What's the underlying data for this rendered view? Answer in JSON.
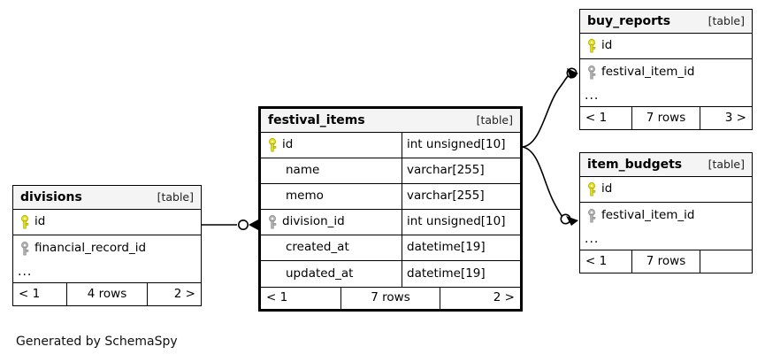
{
  "diagram": {
    "caption": "Generated by SchemaSpy",
    "table_tag": "[table]",
    "ellipsis": "...",
    "colors": {
      "primary_key": "#e8e008",
      "foreign_key": "#b0b0b0",
      "header_background": "#f4f4f4",
      "border": "#000000",
      "connector": "#000000",
      "canvas": "#ffffff"
    }
  },
  "tables": {
    "divisions": {
      "name": "divisions",
      "tag": "[table]",
      "columns": [
        {
          "name": "id",
          "type": "",
          "key": "primary-key"
        },
        {
          "name": "financial_record_id",
          "type": "",
          "key": "foreign-key"
        }
      ],
      "ellipsis": "...",
      "footer": {
        "prev": "< 1",
        "rows": "4 rows",
        "next": "2 >"
      }
    },
    "festival_items": {
      "name": "festival_items",
      "tag": "[table]",
      "columns": [
        {
          "name": "id",
          "type": "int unsigned[10]",
          "key": "primary-key"
        },
        {
          "name": "name",
          "type": "varchar[255]",
          "key": "none"
        },
        {
          "name": "memo",
          "type": "varchar[255]",
          "key": "none"
        },
        {
          "name": "division_id",
          "type": "int unsigned[10]",
          "key": "foreign-key"
        },
        {
          "name": "created_at",
          "type": "datetime[19]",
          "key": "none"
        },
        {
          "name": "updated_at",
          "type": "datetime[19]",
          "key": "none"
        }
      ],
      "footer": {
        "prev": "< 1",
        "rows": "7 rows",
        "next": "2 >"
      }
    },
    "buy_reports": {
      "name": "buy_reports",
      "tag": "[table]",
      "columns": [
        {
          "name": "id",
          "type": "",
          "key": "primary-key"
        },
        {
          "name": "festival_item_id",
          "type": "",
          "key": "foreign-key"
        }
      ],
      "ellipsis": "...",
      "footer": {
        "prev": "< 1",
        "rows": "7 rows",
        "next": "3 >"
      }
    },
    "item_budgets": {
      "name": "item_budgets",
      "tag": "[table]",
      "columns": [
        {
          "name": "id",
          "type": "",
          "key": "primary-key"
        },
        {
          "name": "festival_item_id",
          "type": "",
          "key": "foreign-key"
        }
      ],
      "ellipsis": "...",
      "footer": {
        "prev": "< 1",
        "rows": "7 rows",
        "next": ""
      }
    }
  },
  "relationships": [
    {
      "name": "divisions-to-festival-items",
      "from_table": "divisions",
      "from_column": "id",
      "to_table": "festival_items",
      "to_column": "division_id"
    },
    {
      "name": "festival-items-to-buy-reports",
      "from_table": "festival_items",
      "from_column": "id",
      "to_table": "buy_reports",
      "to_column": "festival_item_id"
    },
    {
      "name": "festival-items-to-item-budgets",
      "from_table": "festival_items",
      "from_column": "id",
      "to_table": "item_budgets",
      "to_column": "festival_item_id"
    }
  ]
}
